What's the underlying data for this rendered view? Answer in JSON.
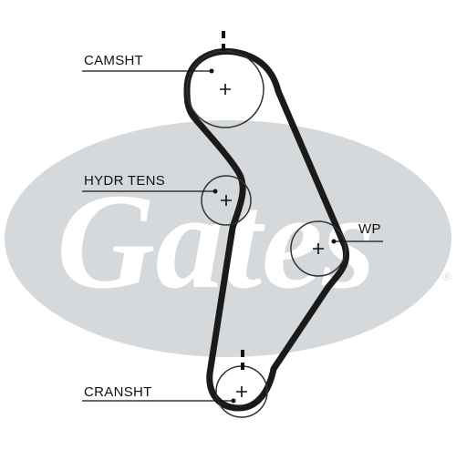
{
  "labels": {
    "camshaft": "CAMSHT",
    "tensioner": "HYDR TENS",
    "water_pump": "WP",
    "crankshaft": "CRANSHT"
  },
  "logo": {
    "brand": "Gates",
    "trademark": "®",
    "watermark_color": "#d6d9dc"
  },
  "diagram": {
    "belt_color": "#1a1a1a",
    "line_color": "#333333"
  }
}
